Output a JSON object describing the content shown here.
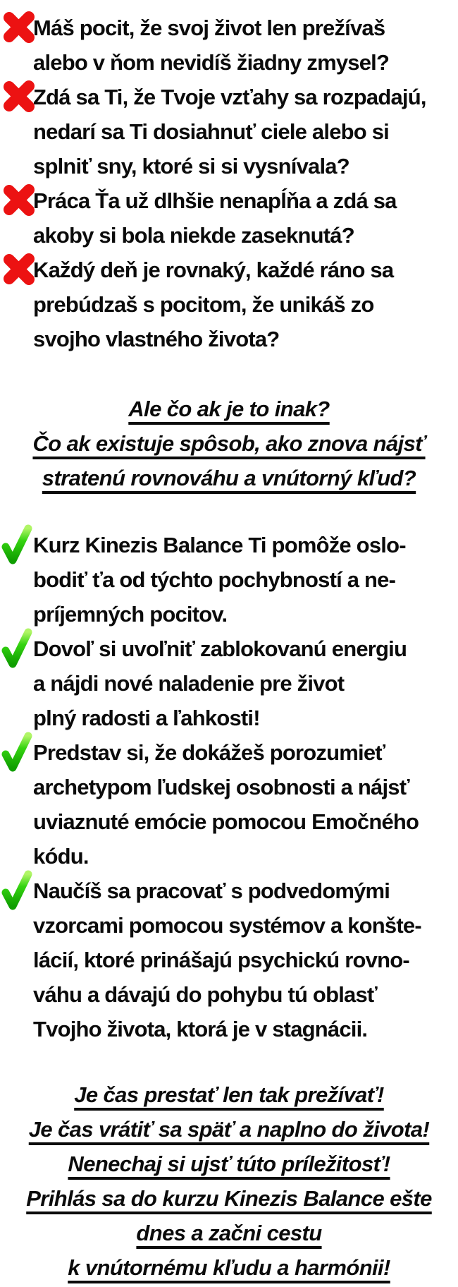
{
  "theme": {
    "bg": "#ffffff",
    "text_color": "#0b0b0b",
    "red_x": "#ec1212",
    "check_green_light": "#b0f566",
    "check_green_mid": "#35d411",
    "check_green_dark": "#0f9e00"
  },
  "pain_points": {
    "icon": "red-cross-mark",
    "items": [
      {
        "text": "Máš pocit, že svoj život len prežívaš\nalebo v ňom nevidíš žiadny zmysel?"
      },
      {
        "text": "Zdá sa Ti, že Tvoje vzťahy sa rozpadajú,\nnedarí sa Ti dosiahnuť ciele alebo si\nsplniť sny, ktoré si si vysnívala?"
      },
      {
        "text": "Práca Ťa už dlhšie nenapĺňa a zdá sa\nakoby si bola niekde zaseknutá?"
      },
      {
        "text": "Každý deň je rovnaký, každé ráno sa\nprebúdzaš s pocitom, že unikáš zo\nsvojho vlastného života?"
      }
    ]
  },
  "hook": {
    "text": "Ale čo ak je to inak?\nČo ak existuje spôsob, ako znova nájsť\nstratenú rovnováhu a vnútorný kľud?"
  },
  "benefits": {
    "icon": "green-check-mark",
    "items": [
      {
        "text": "Kurz Kinezis Balance Ti pomôže oslo-\nbodiť ťa od týchto pochybností a ne-\npríjemných pocitov."
      },
      {
        "text": "Dovoľ si uvoľniť zablokovanú energiu\na nájdi nové naladenie pre život\nplný radosti a ľahkosti!"
      },
      {
        "text": "Predstav si, že dokážeš porozumieť\narchetypom ľudskej osobnosti a nájsť\nuviaznuté emócie pomocou Emočného\nkódu."
      },
      {
        "text": "Naučíš sa pracovať s podvedomými\nvzorcami pomocou systémov a konšte-\nlácií, ktoré prinášajú psychickú rovno-\nváhu a dávajú do pohybu tú oblasť\nTvojho života, ktorá je v stagnácii."
      }
    ]
  },
  "cta": {
    "text": "Je čas prestať len tak prežívať!\nJe čas vrátiť sa späť a naplno do života!\nNenechaj si ujsť túto príležitosť!\nPrihlás sa do kurzu Kinezis Balance ešte\ndnes a začni cestu\nk vnútornému kľudu a harmónii!"
  }
}
